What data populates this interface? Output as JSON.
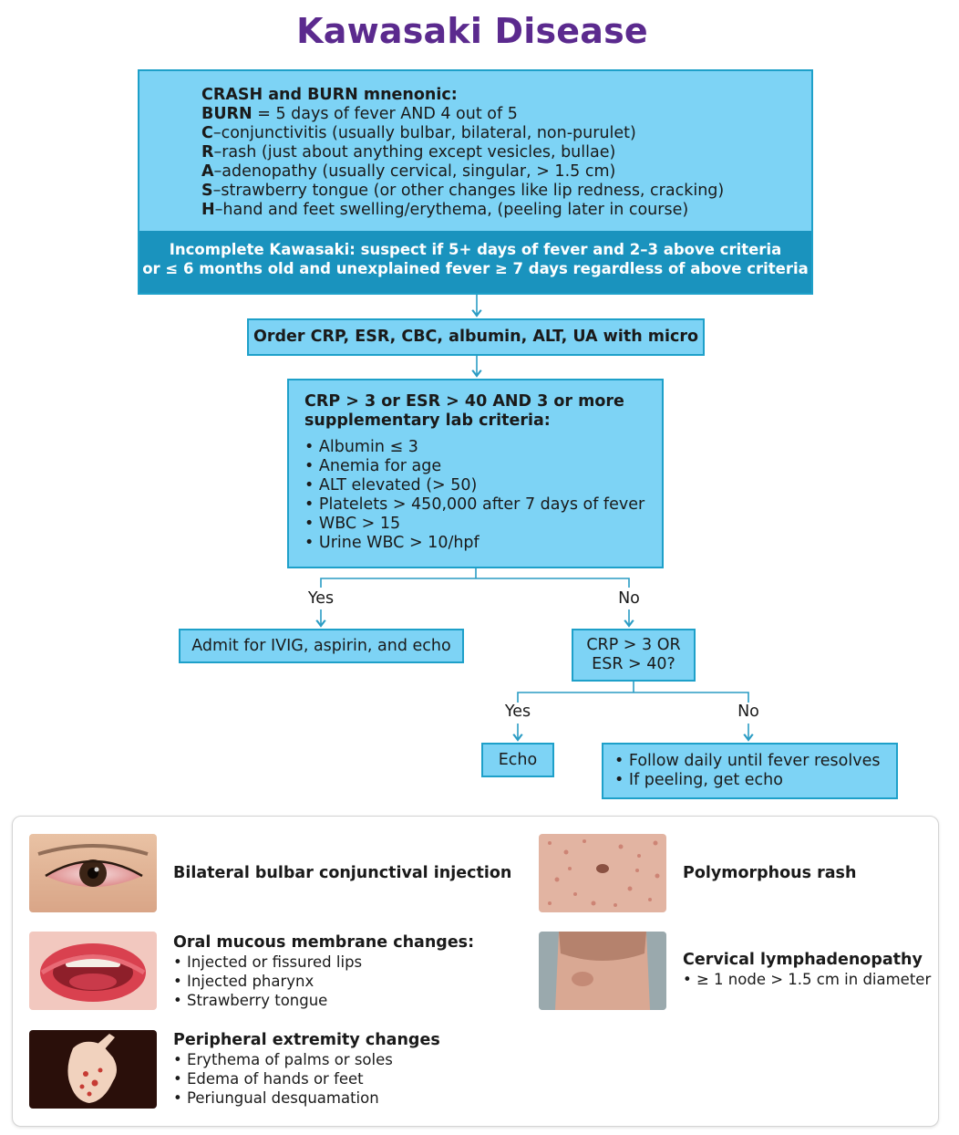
{
  "title": "Kawasaki Disease",
  "criteria": {
    "heading": "CRASH and BURN mnenonic:",
    "burn_key": "BURN",
    "burn_text": " = 5 days of fever AND 4 out of 5",
    "items": [
      {
        "letter": "C",
        "text": "–conjunctivitis (usually bulbar, bilateral, non-purulet)"
      },
      {
        "letter": "R",
        "text": "–rash (just about anything except vesicles, bullae)"
      },
      {
        "letter": "A",
        "text": "–adenopathy (usually cervical, singular, > 1.5 cm)"
      },
      {
        "letter": "S",
        "text": "–strawberry tongue (or other changes like lip redness, cracking)"
      },
      {
        "letter": "H",
        "text": "–hand and feet swelling/erythema, (peeling later in course)"
      }
    ],
    "incomplete_line1": "Incomplete Kawasaki: suspect if 5+ days of fever and 2–3 above criteria",
    "incomplete_line2": "or ≤ 6 months old and unexplained fever ≥ 7 days regardless of above criteria"
  },
  "order_labs": "Order CRP, ESR, CBC, albumin, ALT, UA with micro",
  "lab_criteria": {
    "heading_line1": "CRP > 3 or ESR > 40 AND 3 or more",
    "heading_line2": "supplementary lab criteria:",
    "items": [
      "• Albumin ≤ 3",
      "• Anemia for age",
      "• ALT elevated (> 50)",
      "• Platelets > 450,000 after 7 days of fever",
      "• WBC > 15",
      "• Urine WBC > 10/hpf"
    ]
  },
  "branch1": {
    "yes": "Yes",
    "no": "No"
  },
  "admit": "Admit for IVIG, aspirin, and echo",
  "crp_question": {
    "line1": "CRP > 3 OR",
    "line2": "ESR > 40?"
  },
  "branch2": {
    "yes": "Yes",
    "no": "No"
  },
  "echo": "Echo",
  "follow": [
    "• Follow daily until fever resolves",
    "• If peeling, get echo"
  ],
  "features": {
    "conjunctival": {
      "title": "Bilateral bulbar conjunctival injection",
      "icon": "eye-photo"
    },
    "oral": {
      "title": "Oral mucous membrane changes:",
      "items": [
        "• Injected or fissured lips",
        "• Injected pharynx",
        "• Strawberry tongue"
      ],
      "icon": "mouth-photo"
    },
    "extremity": {
      "title": "Peripheral extremity changes",
      "items": [
        "• Erythema of palms or soles",
        "• Edema of hands or feet",
        "• Periungual desquamation"
      ],
      "icon": "hand-photo"
    },
    "rash": {
      "title": "Polymorphous rash",
      "icon": "rash-photo"
    },
    "lymph": {
      "title": "Cervical lymphadenopathy",
      "items": [
        "• ≥ 1 node > 1.5 cm in diameter"
      ],
      "icon": "neck-photo"
    }
  },
  "colors": {
    "title": "#5b2a8e",
    "box_fill": "#7dd3f5",
    "box_border": "#1ea0c9",
    "band": "#1a93be",
    "connector": "#2a9cc4"
  }
}
